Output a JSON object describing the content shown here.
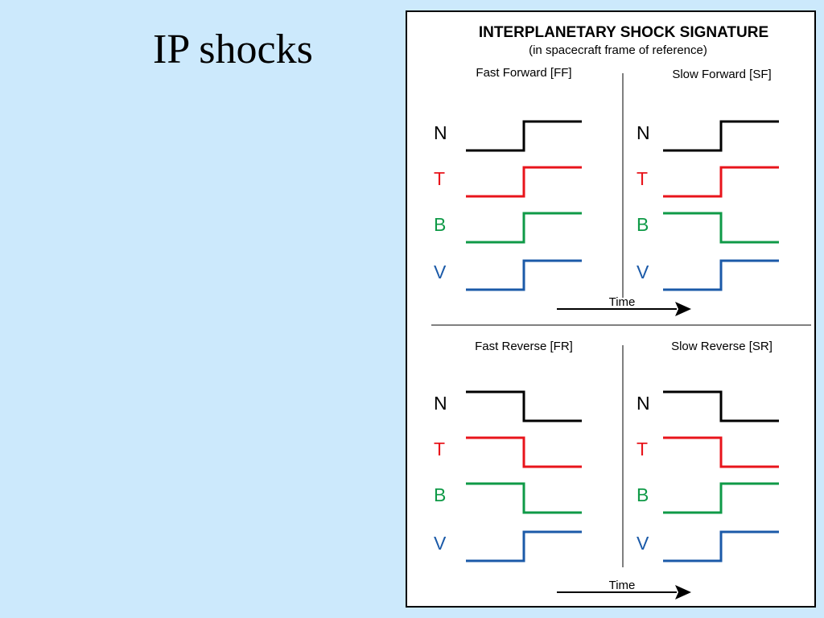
{
  "slide": {
    "title": "IP shocks",
    "background_color": "#cce9fc"
  },
  "figure": {
    "title": "INTERPLANETARY SHOCK SIGNATURE",
    "subtitle": "(in spacecraft frame of reference)",
    "time_label": "Time",
    "signals": [
      {
        "label": "N",
        "color": "#000000"
      },
      {
        "label": "T",
        "color": "#e8141b"
      },
      {
        "label": "B",
        "color": "#0f9a47"
      },
      {
        "label": "V",
        "color": "#1b5aa8"
      }
    ],
    "quadrants": [
      {
        "title": "Fast Forward [FF]",
        "steps": [
          "up",
          "up",
          "up",
          "up"
        ]
      },
      {
        "title": "Slow Forward [SF]",
        "steps": [
          "up",
          "up",
          "down",
          "up"
        ]
      },
      {
        "title": "Fast Reverse [FR]",
        "steps": [
          "down",
          "down",
          "down",
          "up"
        ]
      },
      {
        "title": "Slow Reverse [SR]",
        "steps": [
          "down",
          "down",
          "up",
          "up"
        ]
      }
    ]
  }
}
